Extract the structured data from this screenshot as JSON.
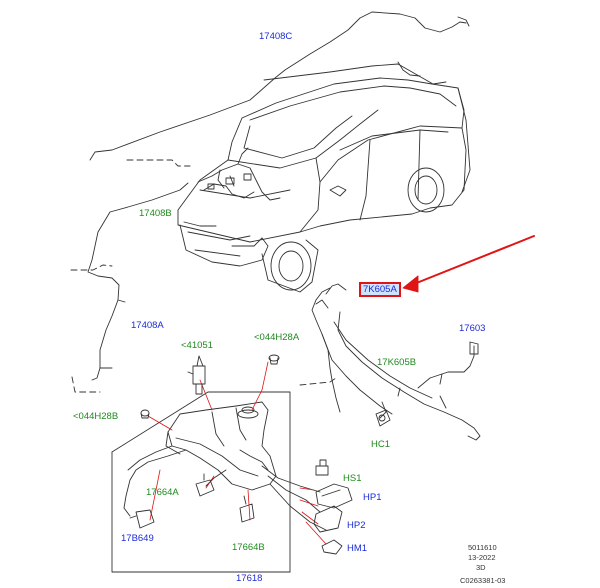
{
  "labels": {
    "l17408C": "17408C",
    "l17408B": "17408B",
    "l17408A": "17408A",
    "l7K605A": "7K605A",
    "l17603": "17603",
    "l17K605B": "17K605B",
    "lHC1": "HC1",
    "l41051": "<41051",
    "l044H28A": "<044H28A",
    "l044H28B": "<044H28B",
    "lHS1": "HS1",
    "lHP1": "HP1",
    "lHP2": "HP2",
    "lHM1": "HM1",
    "l17664A": "17664A",
    "l17664B": "17664B",
    "l17B649": "17B649",
    "l17618": "17618"
  },
  "footer": {
    "line1": "5011610",
    "line2": "13-2022",
    "line3": "3D",
    "line4": "C0263381-03"
  },
  "colors": {
    "link_blue": "#1c2bd6",
    "link_green": "#1f8a1f",
    "highlight_red": "#e01414",
    "line_gray": "#333333"
  }
}
